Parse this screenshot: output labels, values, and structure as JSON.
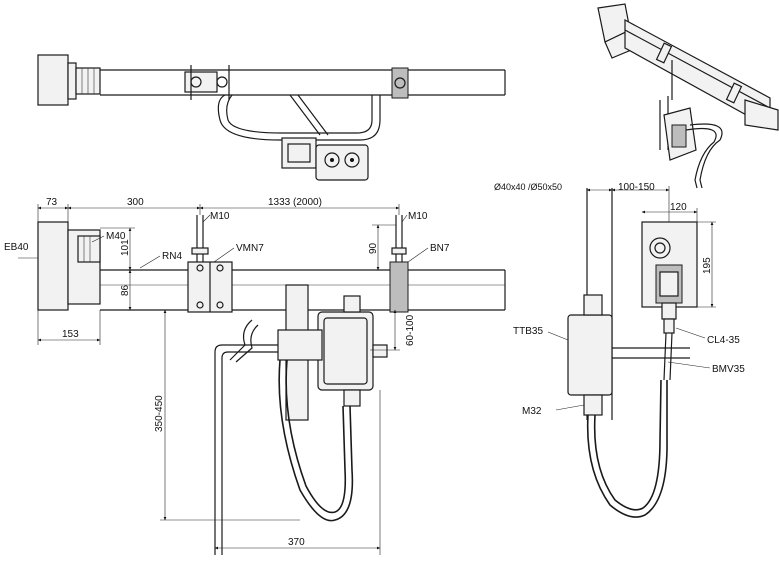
{
  "labels": {
    "eb40": "EB40",
    "m40": "M40",
    "rn4": "RN4",
    "vmn7": "VMN7",
    "bn7": "BN7",
    "m10_left": "M10",
    "m10_right": "M10",
    "ttb35": "TTB35",
    "m32": "M32",
    "cl4_35": "CL4-35",
    "bmv35": "BMV35"
  },
  "dimensions": {
    "d73": "73",
    "d300": "300",
    "d1333": "1333 (2000)",
    "d101": "101",
    "d86": "86",
    "d153": "153",
    "d90": "90",
    "d60_100": "60-100",
    "d350_450": "350-450",
    "d370": "370",
    "d_tube": "Ø40x40 /Ø50x50",
    "d100_150": "100-150",
    "d120": "120",
    "d195": "195"
  }
}
